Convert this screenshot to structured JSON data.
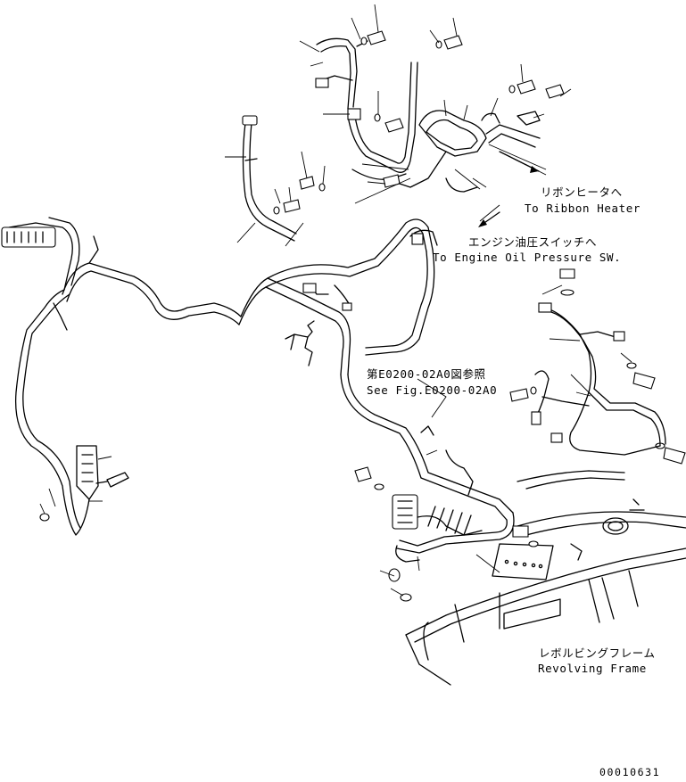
{
  "labels": {
    "ribbon_heater_jp": "リボンヒータへ",
    "ribbon_heater_en": "To Ribbon Heater",
    "oil_sw_jp": "エンジン油圧スイッチへ",
    "oil_sw_en": "To Engine Oil Pressure SW.",
    "see_fig_jp": "第E0200-02A0図参照",
    "see_fig_en": "See Fig.E0200-02A0",
    "frame_jp": "レボルビングフレーム",
    "frame_en": "Revolving Frame",
    "drawing_number": "00010631"
  },
  "colors": {
    "line": "#000000",
    "background": "#ffffff"
  }
}
